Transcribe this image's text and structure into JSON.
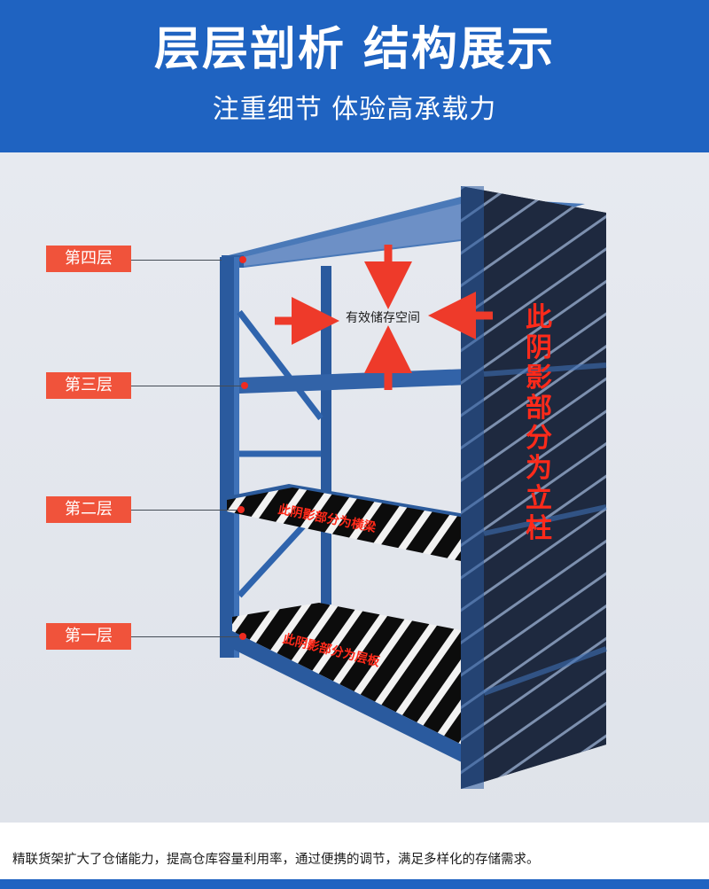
{
  "header": {
    "title": "层层剖析 结构展示",
    "subtitle": "注重细节 体验高承载力"
  },
  "layers": [
    {
      "label": "第四层"
    },
    {
      "label": "第三层"
    },
    {
      "label": "第二层"
    },
    {
      "label": "第一层"
    }
  ],
  "annotations": {
    "effective_space": "有效储存空间",
    "upright": "此阴影部分为立柱",
    "beam": "此阴影部分为横梁",
    "deck": "此阴影部分为层板"
  },
  "footer": {
    "text": "精联货架扩大了仓储能力，提高仓库容量利用率，通过便携的调节，满足多样化的存储需求。"
  },
  "colors": {
    "brand_blue": "#1f63c1",
    "label_red": "#f0533b",
    "highlight_red": "#ff2a1a",
    "rack_blue": "#2d5fa3"
  }
}
